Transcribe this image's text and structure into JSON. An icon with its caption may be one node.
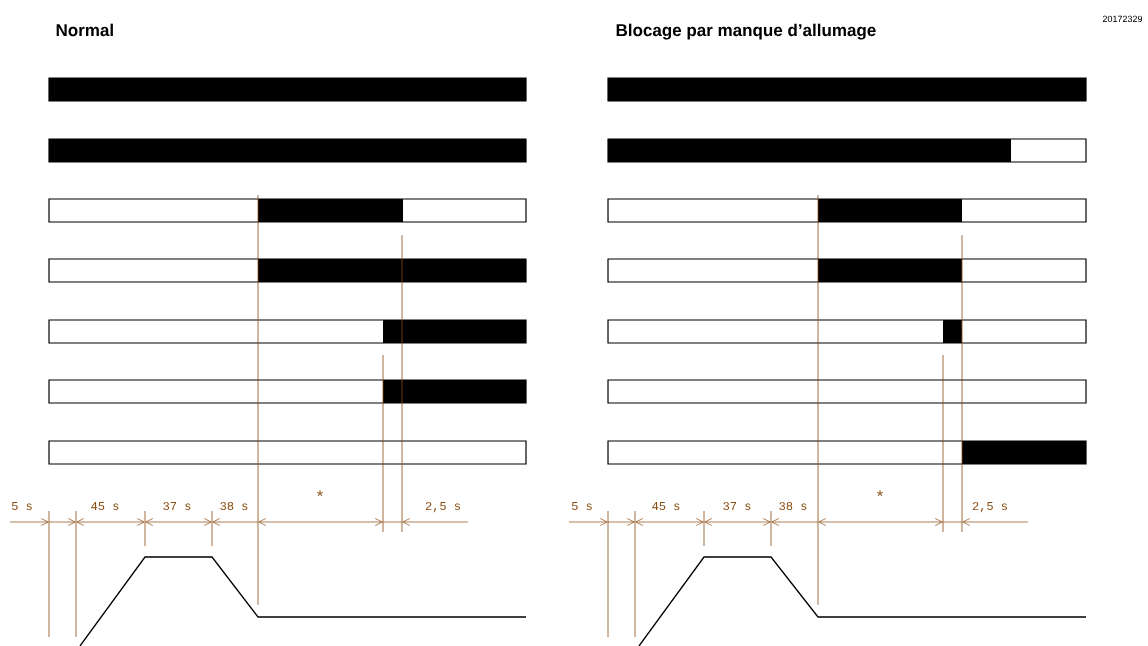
{
  "diagram": {
    "labels": [
      "Normal",
      "Blocage par manque d’allumage",
      "20172329",
      "5 s",
      "45 s",
      "37 s",
      "38 s",
      "*",
      "2,5 s",
      "5 s",
      "45 s",
      "37 s",
      "38 s",
      "*",
      "2,5 s"
    ]
  }
}
